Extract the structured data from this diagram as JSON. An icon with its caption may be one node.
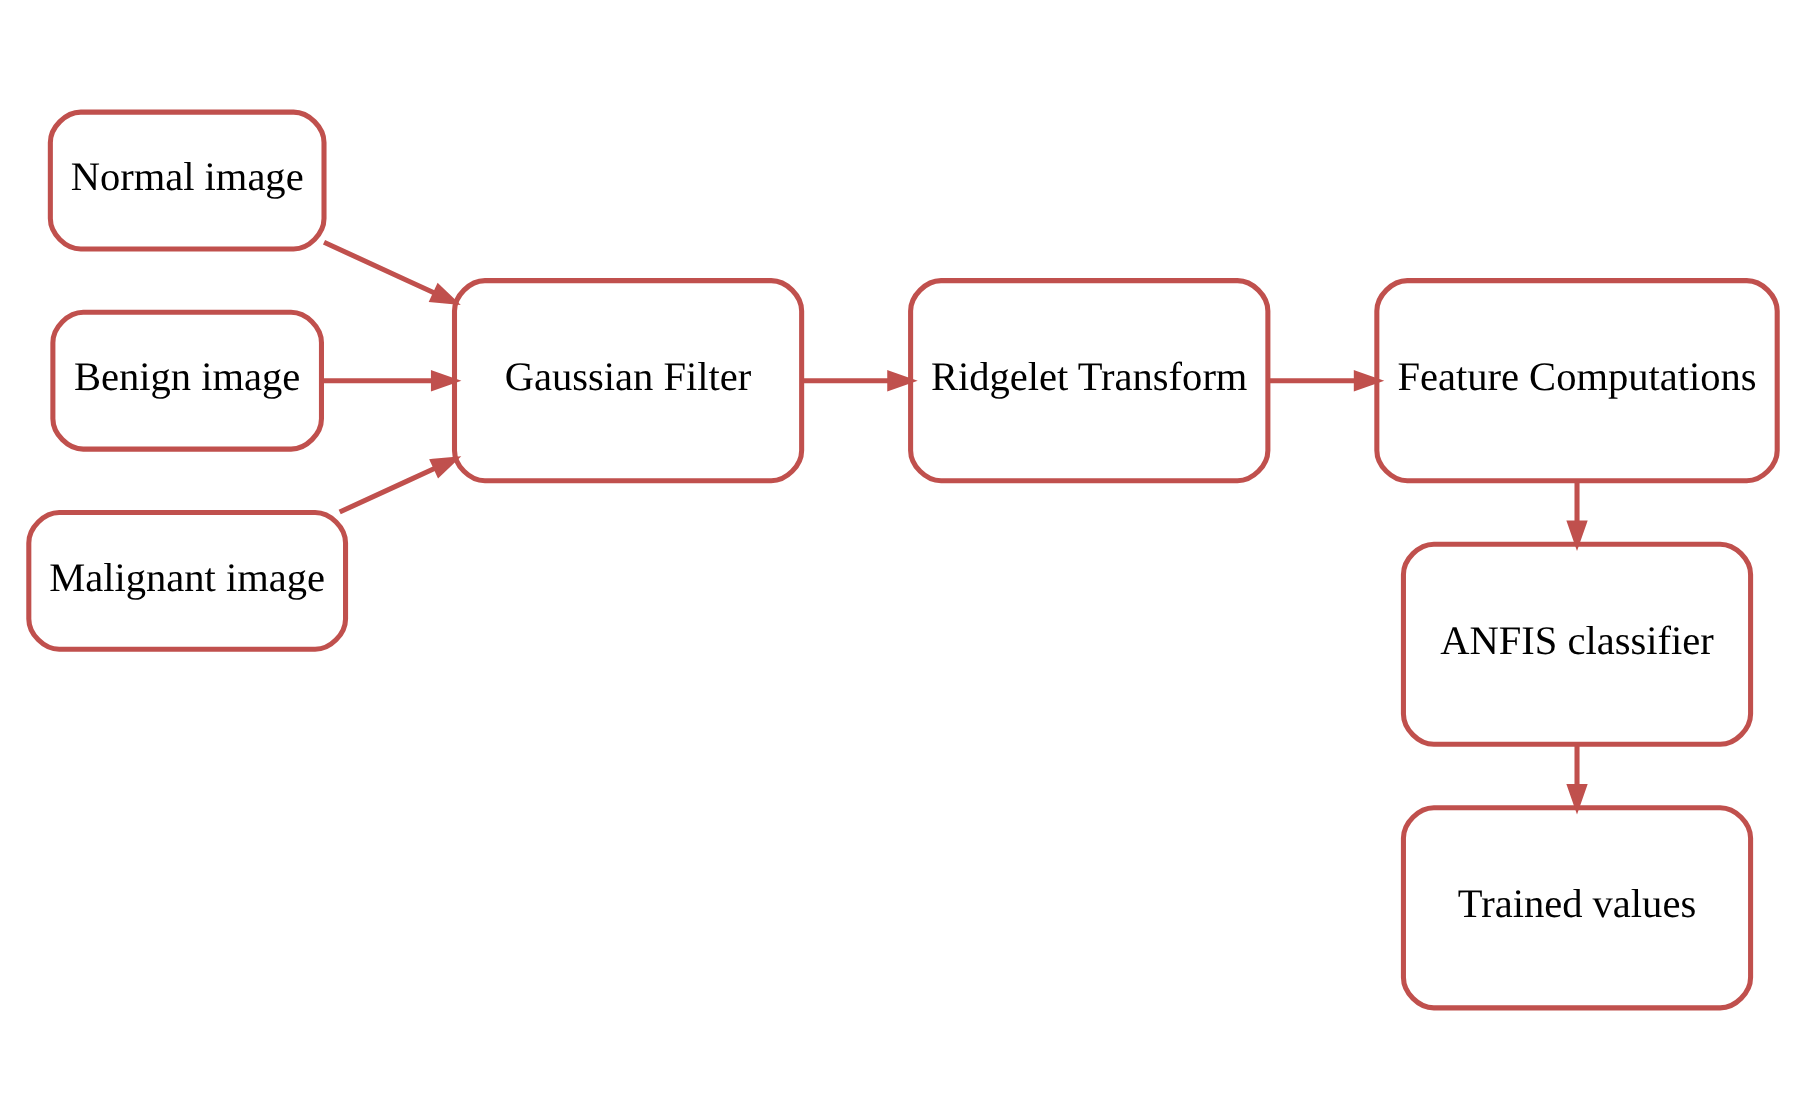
{
  "diagram": {
    "nodes": [
      {
        "text": [
          "Normal image"
        ]
      },
      {
        "text": [
          "Benign image"
        ]
      },
      {
        "text": [
          "Malignant image"
        ]
      },
      {
        "text": [
          "Gaussian Filter"
        ]
      },
      {
        "text": [
          "Ridgelet Transform"
        ]
      },
      {
        "text": [
          "Feature Computations"
        ]
      },
      {
        "text": [
          "ANFIS classifier"
        ]
      },
      {
        "text": [
          "Trained values"
        ]
      }
    ],
    "edges": [
      {
        "from": 0,
        "to": 3,
        "arrow": "to"
      },
      {
        "from": 1,
        "to": 3,
        "arrow": "to"
      },
      {
        "from": 2,
        "to": 3,
        "arrow": "to"
      },
      {
        "from": 3,
        "to": 4,
        "arrow": "to"
      },
      {
        "from": 4,
        "to": 5,
        "arrow": "to"
      },
      {
        "from": 5,
        "to": 6,
        "arrow": "to"
      },
      {
        "from": 6,
        "to": 7,
        "arrow": "to"
      }
    ]
  }
}
